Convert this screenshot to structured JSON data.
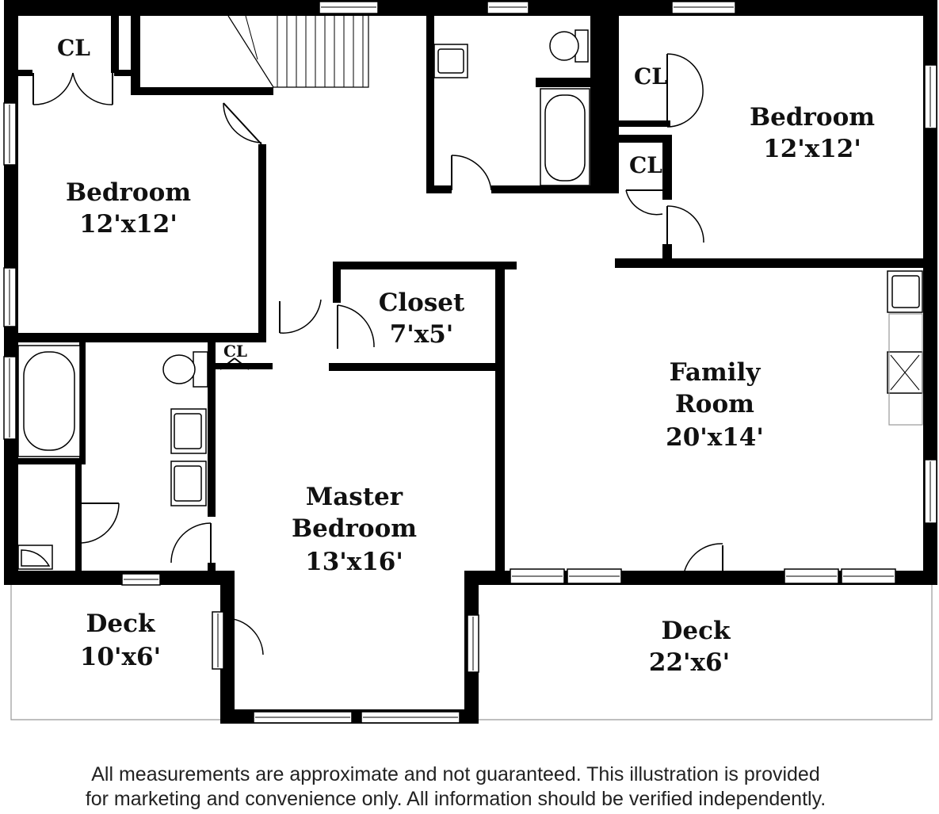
{
  "rooms": {
    "bedroom_left": {
      "name": "Bedroom",
      "size": "12'x12'"
    },
    "bedroom_right": {
      "name": "Bedroom",
      "size": "12'x12'"
    },
    "closet": {
      "name": "Closet",
      "size": "7'x5'"
    },
    "family_room": {
      "name_line1": "Family",
      "name_line2": "Room",
      "size": "20'x14'"
    },
    "master_bedroom": {
      "name_line1": "Master",
      "name_line2": "Bedroom",
      "size": "13'x16'"
    },
    "deck_left": {
      "name": "Deck",
      "size": "10'x6'"
    },
    "deck_right": {
      "name": "Deck",
      "size": "22'x6'"
    }
  },
  "closets": {
    "cl_top_left": "CL",
    "cl_right_upper": "CL",
    "cl_right_lower": "CL",
    "cl_master_bath": "CL"
  },
  "disclaimer": {
    "line1": "All measurements are approximate and not guaranteed. This illustration is provided",
    "line2": "for marketing and convenience only. All information should be verified independently."
  }
}
